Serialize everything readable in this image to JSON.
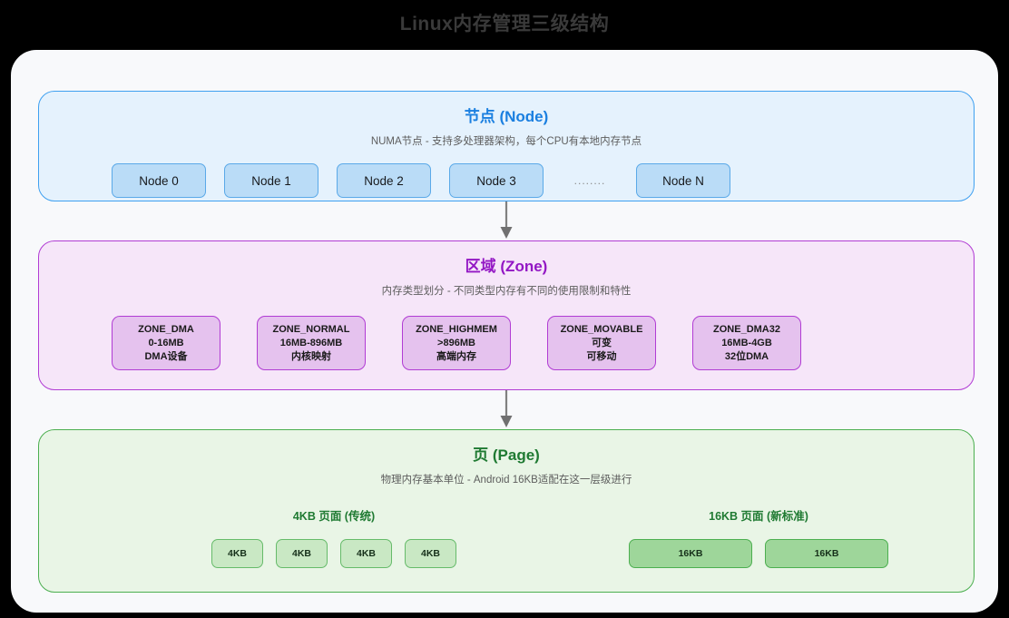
{
  "title": "Linux内存管理三级结构",
  "levels": [
    {
      "id": "node",
      "title": "节点 (Node)",
      "subtitle": "NUMA节点 - 支持多处理器架构，每个CPU有本地内存节点",
      "accent": "#1a7fe0",
      "border": "#3fa0f0",
      "background": "#e5f2fd",
      "items": [
        {
          "label": "Node 0"
        },
        {
          "label": "Node 1"
        },
        {
          "label": "Node 2"
        },
        {
          "label": "Node 3"
        },
        {
          "label": "Node N"
        }
      ],
      "ellipsis": "........"
    },
    {
      "id": "zone",
      "title": "区域 (Zone)",
      "subtitle": "内存类型划分 - 不同类型内存有不同的使用限制和特性",
      "accent": "#9317c4",
      "border": "#b13cd4",
      "background": "#f6e6f9",
      "items": [
        {
          "name": "ZONE_DMA",
          "range": "0-16MB",
          "desc": "DMA设备"
        },
        {
          "name": "ZONE_NORMAL",
          "range": "16MB-896MB",
          "desc": "内核映射"
        },
        {
          "name": "ZONE_HIGHMEM",
          "range": ">896MB",
          "desc": "高端内存"
        },
        {
          "name": "ZONE_MOVABLE",
          "range": "可变",
          "desc": "可移动"
        },
        {
          "name": "ZONE_DMA32",
          "range": "16MB-4GB",
          "desc": "32位DMA"
        }
      ]
    },
    {
      "id": "page",
      "title": "页 (Page)",
      "subtitle": "物理内存基本单位 - Android 16KB适配在这一层级进行",
      "accent": "#1f7a32",
      "border": "#4caf50",
      "background": "#e9f5e6",
      "groups": [
        {
          "label": "4KB 页面 (传统)",
          "blocks": [
            "4KB",
            "4KB",
            "4KB",
            "4KB"
          ]
        },
        {
          "label": "16KB 页面 (新标准)",
          "blocks": [
            "16KB",
            "16KB"
          ]
        }
      ]
    }
  ],
  "arrows": [
    {
      "name": "arrow-node-to-zone",
      "color": "#808080"
    },
    {
      "name": "arrow-zone-to-page",
      "color": "#808080"
    }
  ]
}
